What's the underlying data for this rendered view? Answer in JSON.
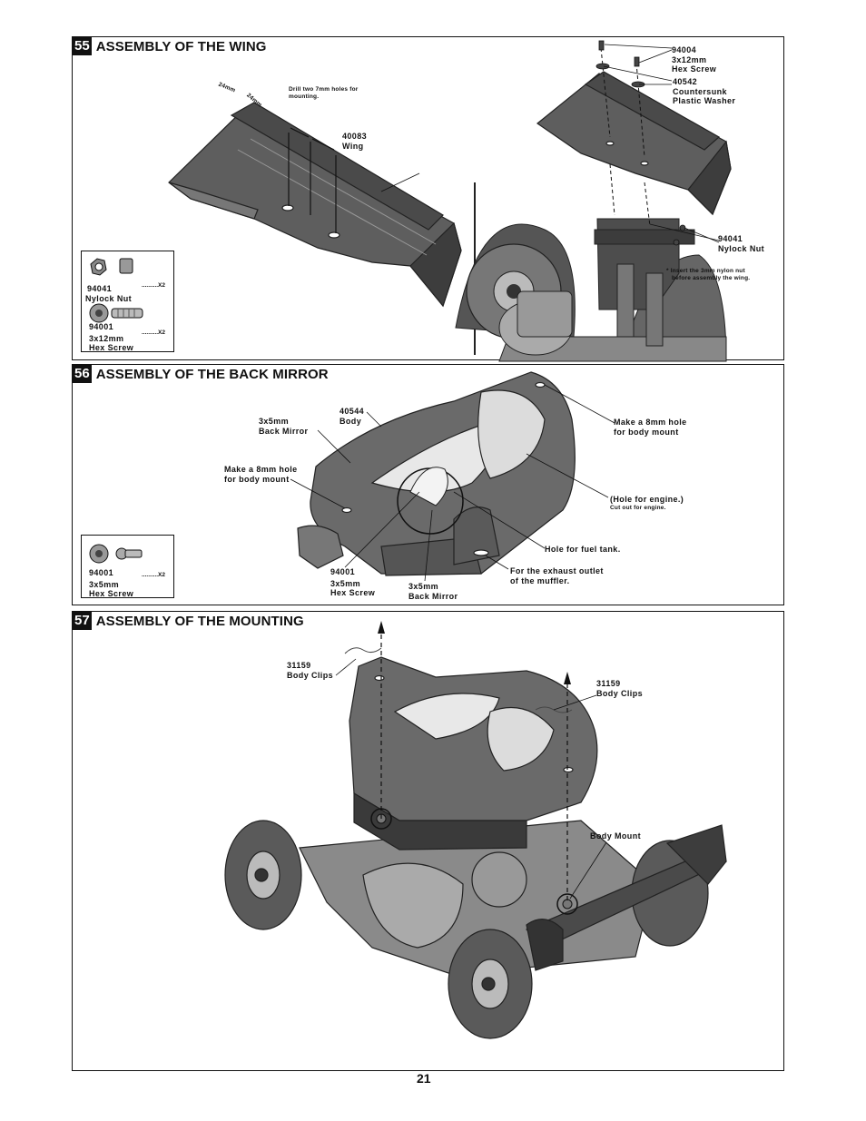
{
  "page_number": "21",
  "steps": [
    {
      "number": "55",
      "title": "ASSEMBLY OF THE WING",
      "labels": {
        "drill_note_1": "Drill two 7mm holes for",
        "drill_note_2": "mounting.",
        "dim_a": "24mm",
        "dim_b": "24mm",
        "wing_code": "40083",
        "wing_name": "Wing",
        "hex_code": "94004",
        "hex_size": "3x12mm",
        "hex_name": "Hex Screw",
        "washer_code": "40542",
        "washer_name_1": "Countersunk",
        "washer_name_2": "Plastic Washer",
        "nut_code": "94041",
        "nut_name": "Nylock Nut",
        "nut_note_1": "* Insert the 3mm nylon nut",
        "nut_note_2": "before assembly the wing."
      },
      "parts": [
        {
          "code": "94041",
          "name": "Nylock Nut",
          "qty": "..........X2"
        },
        {
          "code": "94001",
          "name_1": "3x12mm",
          "name_2": "Hex Screw",
          "qty": "..........X2"
        }
      ]
    },
    {
      "number": "56",
      "title": "ASSEMBLY OF THE BACK MIRROR",
      "labels": {
        "body_code": "40544",
        "body_name": "Body",
        "mirror_size": "3x5mm",
        "mirror_name": "Back Mirror",
        "hole_left_1": "Make a 8mm hole",
        "hole_left_2": "for body mount",
        "hole_right_1": "Make a 8mm hole",
        "hole_right_2": "for body mount",
        "engine_hole": "(Hole for engine.)",
        "engine_note": "Cut out for engine.",
        "fuel_hole": "Hole for fuel tank.",
        "exhaust_1": "For the exhaust outlet",
        "exhaust_2": "of the muffler.",
        "screw_code": "94001",
        "screw_size": "3x5mm",
        "screw_name": "Hex Screw",
        "mirror2_size": "3x5mm",
        "mirror2_name": "Back Mirror"
      },
      "parts": [
        {
          "code": "94001",
          "name_1": "3x5mm",
          "name_2": "Hex Screw",
          "qty": "..........X2"
        }
      ]
    },
    {
      "number": "57",
      "title": "ASSEMBLY OF THE MOUNTING",
      "labels": {
        "clip_left_code": "31159",
        "clip_left_name": "Body Clips",
        "clip_right_code": "31159",
        "clip_right_name": "Body Clips",
        "body_mount": "Body Mount"
      }
    }
  ]
}
